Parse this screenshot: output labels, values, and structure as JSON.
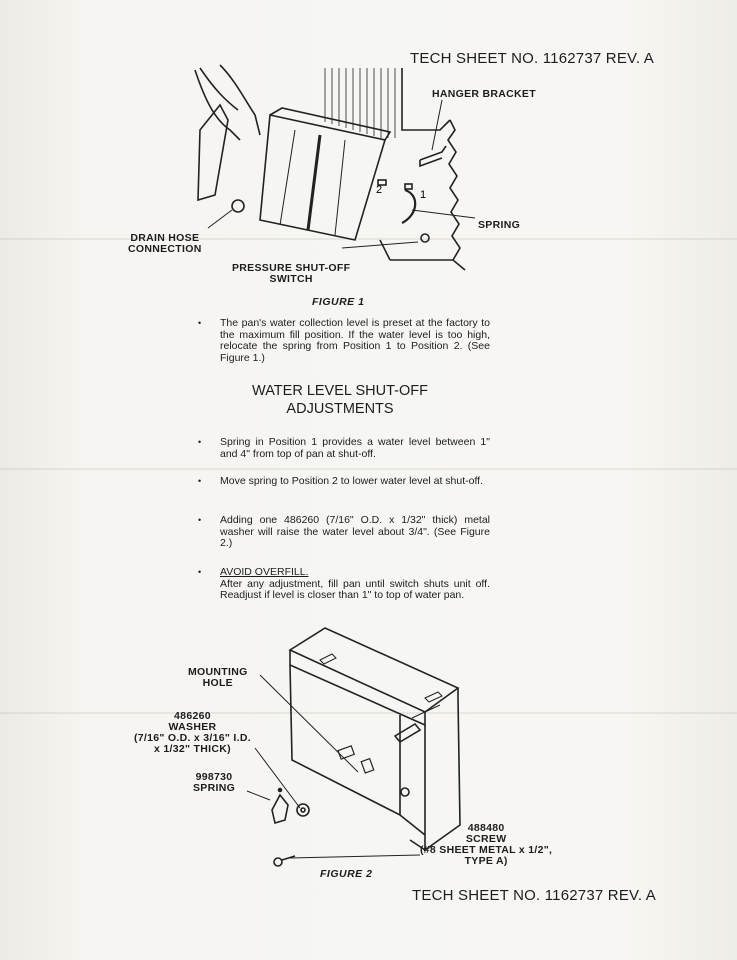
{
  "header": {
    "tech_sheet": "TECH SHEET NO. 1162737 REV. A"
  },
  "footer": {
    "tech_sheet": "TECH SHEET NO. 1162737 REV. A"
  },
  "figure1": {
    "caption": "FIGURE 1",
    "labels": {
      "hanger_bracket": "HANGER BRACKET",
      "drain_hose_1": "DRAIN HOSE",
      "drain_hose_2": "CONNECTION",
      "spring": "SPRING",
      "pressure_1": "PRESSURE SHUT-OFF",
      "pressure_2": "SWITCH",
      "pos2": "2",
      "pos1": "1"
    }
  },
  "intro_bullet": "The pan's water collection level is preset at the factory to the maximum fill position. If the water level is too high, relocate the spring from Position 1 to Position 2. (See Figure 1.)",
  "section": {
    "title_line1": "WATER LEVEL SHUT-OFF",
    "title_line2": "ADJUSTMENTS"
  },
  "bullets": [
    "Spring in Position 1 provides a water level between 1\" and 4\" from top of pan at shut-off.",
    "Move spring to Position 2 to lower water level at shut-off.",
    "Adding one 486260 (7/16\" O.D. x 1/32\" thick) metal washer will raise the water level about 3/4\". (See Figure 2.)"
  ],
  "avoid": {
    "heading": "AVOID OVERFILL.",
    "text": "After any adjustment, fill pan until switch shuts unit off. Readjust if level is closer than 1\" to top of water pan."
  },
  "figure2": {
    "caption": "FIGURE 2",
    "labels": {
      "mounting_1": "MOUNTING",
      "mounting_2": "HOLE",
      "washer_1": "486260",
      "washer_2": "WASHER",
      "washer_3": "(7/16\" O.D. x 3/16\" I.D.",
      "washer_4": "x 1/32\" THICK)",
      "spring_1": "998730",
      "spring_2": "SPRING",
      "screw_1": "488480",
      "screw_2": "SCREW",
      "screw_3": "(#8 SHEET METAL x 1/2\",",
      "screw_4": "TYPE A)"
    }
  }
}
